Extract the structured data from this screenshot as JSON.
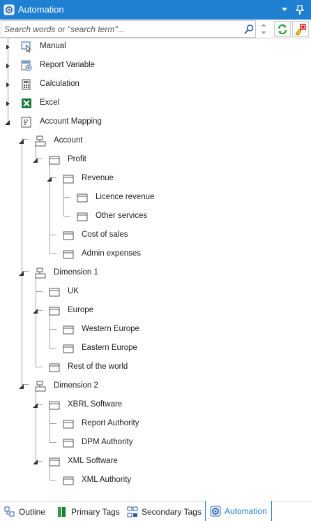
{
  "window": {
    "title": "Automation"
  },
  "search": {
    "placeholder": "Search words or \"search term\"..."
  },
  "tree": {
    "nodes": [
      {
        "label": "Manual"
      },
      {
        "label": "Report Variable"
      },
      {
        "label": "Calculation"
      },
      {
        "label": "Excel"
      },
      {
        "label": "Account Mapping"
      },
      {
        "label": "Account"
      },
      {
        "label": "Profit"
      },
      {
        "label": "Revenue"
      },
      {
        "label": "Licence revenue"
      },
      {
        "label": "Other services"
      },
      {
        "label": "Cost of sales"
      },
      {
        "label": "Admin expenses"
      },
      {
        "label": "Dimension 1"
      },
      {
        "label": "UK"
      },
      {
        "label": "Europe"
      },
      {
        "label": "Western Europe"
      },
      {
        "label": "Eastern Europe"
      },
      {
        "label": "Rest of the world"
      },
      {
        "label": "Dimension 2"
      },
      {
        "label": "XBRL Software"
      },
      {
        "label": "Report Authority"
      },
      {
        "label": "DPM Authority"
      },
      {
        "label": "XML Software"
      },
      {
        "label": "XML Authority"
      }
    ]
  },
  "tabs": [
    {
      "label": "Outline"
    },
    {
      "label": "Primary Tags"
    },
    {
      "label": "Secondary Tags"
    },
    {
      "label": "Automation",
      "active": true
    }
  ],
  "colors": {
    "accent": "#1f7fd1",
    "tree_lines": "#a0a0a0"
  }
}
